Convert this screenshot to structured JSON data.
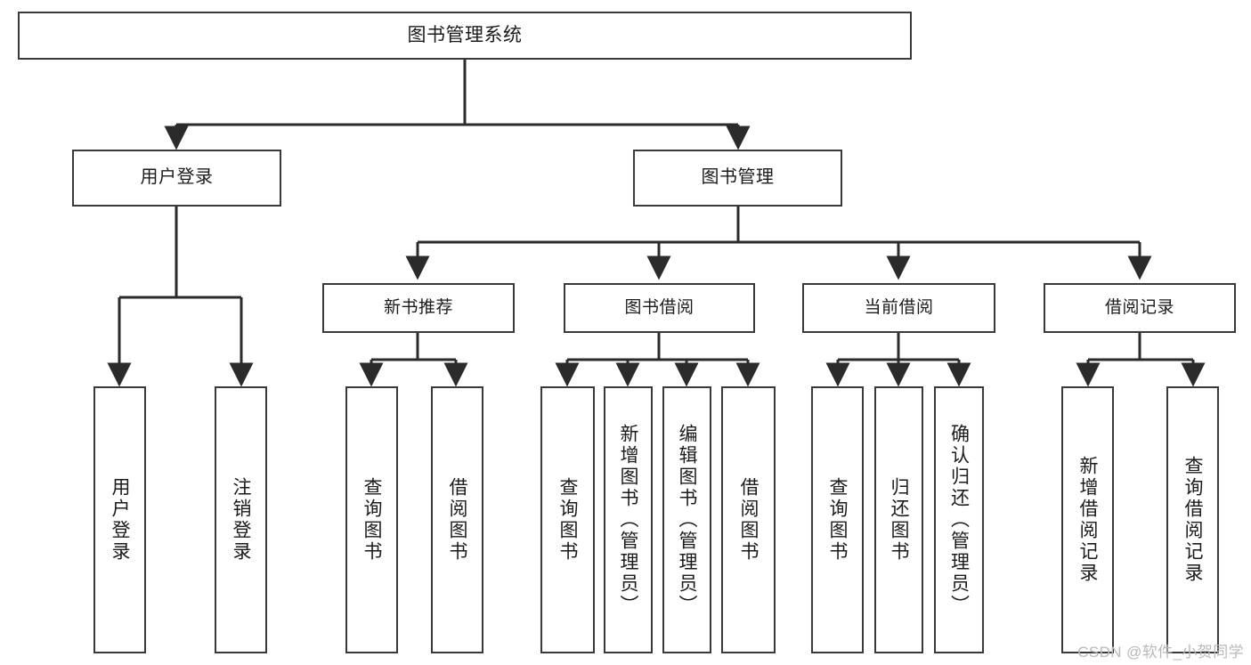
{
  "diagram": {
    "type": "tree-hierarchy-chart",
    "title": "图书管理系统",
    "watermark": "CSDN @软件_小贺同学",
    "colors": {
      "box_border": "#3a3a3a",
      "box_fill": "#ffffff",
      "connector": "#2b2b2b",
      "text": "#1b1b1b",
      "watermark": "#b9b9b9"
    },
    "root": {
      "label": "图书管理系统"
    },
    "level2": [
      {
        "label": "用户登录"
      },
      {
        "label": "图书管理"
      }
    ],
    "level3": [
      {
        "label": "新书推荐"
      },
      {
        "label": "图书借阅"
      },
      {
        "label": "当前借阅"
      },
      {
        "label": "借阅记录"
      }
    ],
    "leaves": {
      "user_login": [
        {
          "label": "用户登录"
        },
        {
          "label": "注销登录"
        }
      ],
      "new_book_recommend": [
        {
          "label": "查询图书"
        },
        {
          "label": "借阅图书"
        }
      ],
      "book_borrow": [
        {
          "label": "查询图书"
        },
        {
          "label": "新增图书（管理员）"
        },
        {
          "label": "编辑图书（管理员）"
        },
        {
          "label": "借阅图书"
        }
      ],
      "current_borrow": [
        {
          "label": "查询图书"
        },
        {
          "label": "归还图书"
        },
        {
          "label": "确认归还（管理员）"
        }
      ],
      "borrow_record": [
        {
          "label": "新增借阅记录"
        },
        {
          "label": "查询借阅记录"
        }
      ]
    }
  }
}
